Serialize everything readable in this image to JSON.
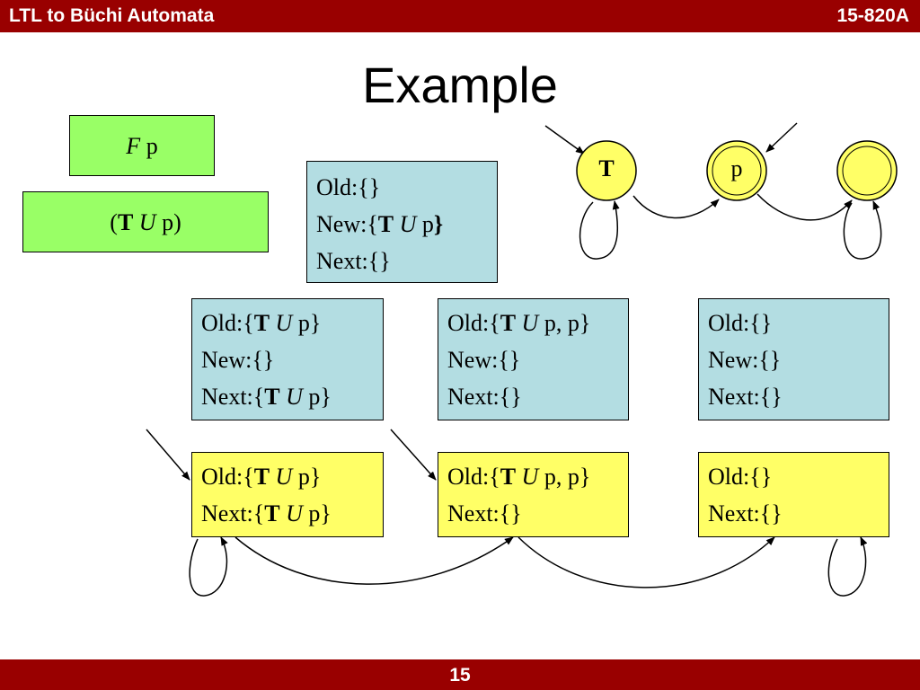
{
  "header": {
    "left": "LTL to Büchi Automata",
    "right": "15-820A"
  },
  "footer": {
    "page": "15"
  },
  "title": "Example",
  "formulas": {
    "f1": {
      "op": "F",
      "arg": "p"
    },
    "f2": {
      "open": "(",
      "t": "T",
      "u": "U",
      "p": "p",
      "close": ")"
    }
  },
  "root_node": {
    "old": "Old:{}",
    "new_prefix": "New:{",
    "new_t": "T",
    "new_u": "U",
    "new_p": "p",
    "new_close": "}",
    "next": "Next:{}"
  },
  "expanded_nodes": [
    {
      "old_prefix": "Old:{",
      "old_t": "T",
      "old_u": "U",
      "old_rest": "p}",
      "new": "New:{}",
      "next_prefix": "Next:{",
      "next_t": "T",
      "next_u": "U",
      "next_rest": "p}"
    },
    {
      "old_prefix": "Old:{",
      "old_t": "T",
      "old_u": "U",
      "old_rest": "p, p}",
      "new": "New:{}",
      "next": "Next:{}"
    },
    {
      "old": "Old:{}",
      "new": "New:{}",
      "next": "Next:{}"
    }
  ],
  "result_nodes": [
    {
      "old_prefix": "Old:{",
      "old_t": "T",
      "old_u": "U",
      "old_rest": "p}",
      "next_prefix": "Next:{",
      "next_t": "T",
      "next_u": "U",
      "next_rest": "p}"
    },
    {
      "old_prefix": "Old:{",
      "old_t": "T",
      "old_u": "U",
      "old_rest": "p, p}",
      "next": "Next:{}"
    },
    {
      "old": "Old:{}",
      "next": "Next:{}"
    }
  ],
  "automaton": {
    "states": [
      {
        "label": "T",
        "fill": "#ffff66"
      },
      {
        "label": "p",
        "fill": "#ffff66"
      },
      {
        "label": "",
        "fill": "#ffff66"
      }
    ]
  },
  "colors": {
    "bar": "#990000",
    "green": "#99ff66",
    "blue": "#b3dde2",
    "yellow": "#ffff66"
  }
}
